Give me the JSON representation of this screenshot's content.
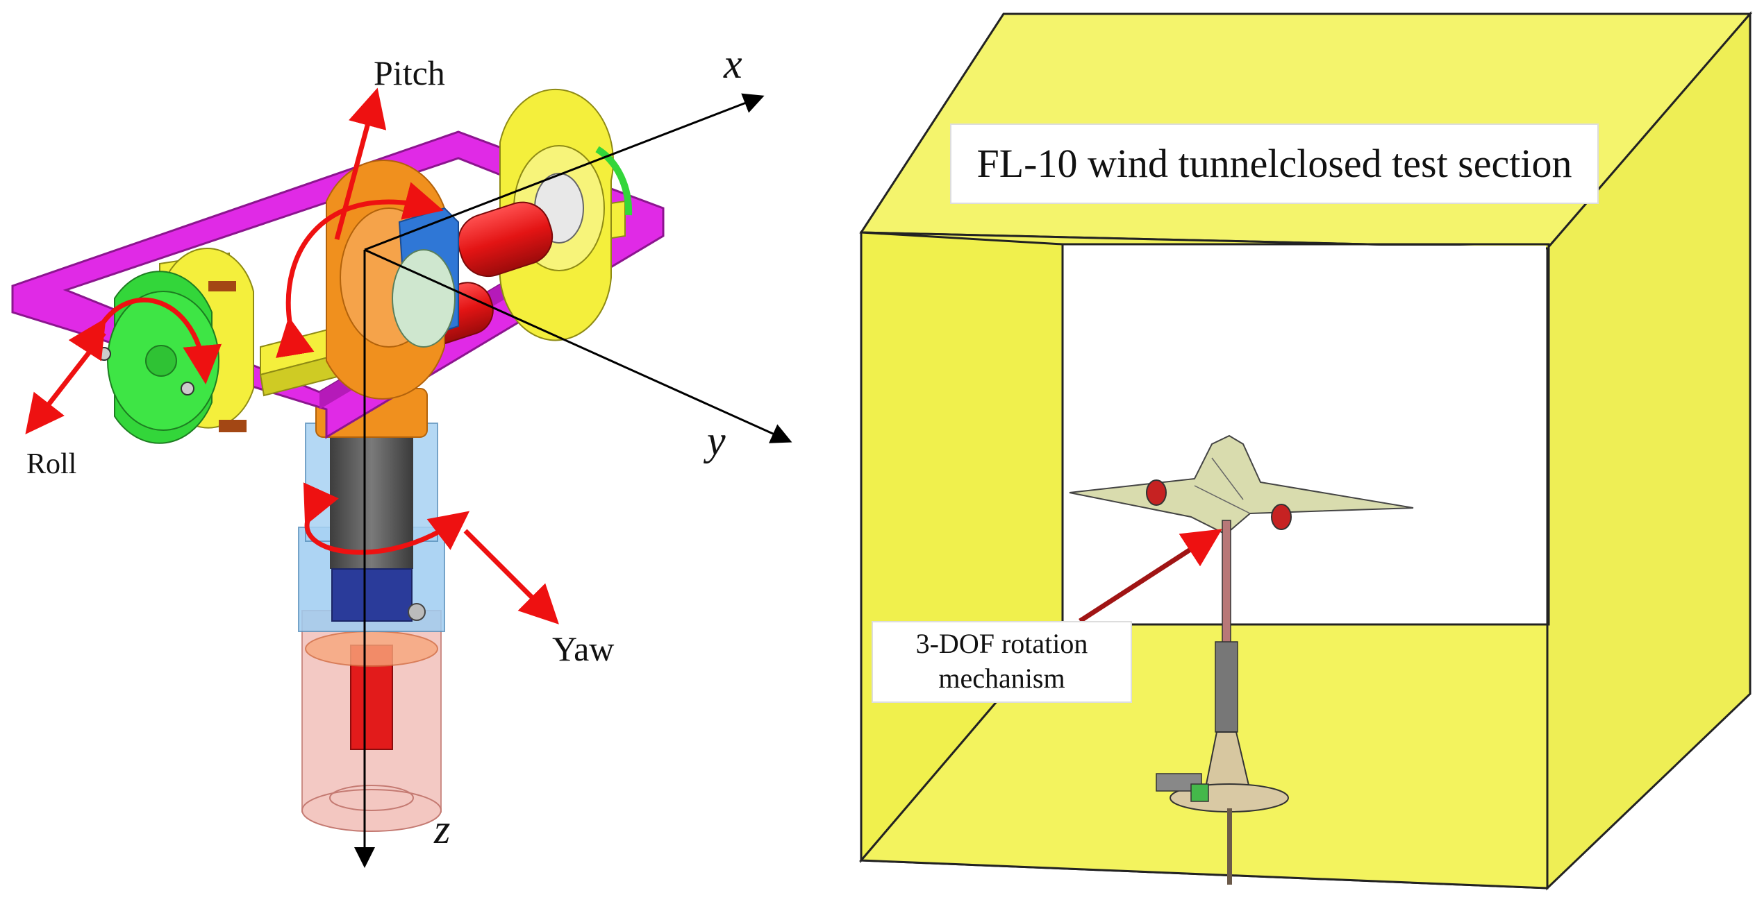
{
  "left_panel": {
    "rotations": {
      "pitch": "Pitch",
      "roll": "Roll",
      "yaw": "Yaw"
    },
    "axes": {
      "x": "x",
      "y": "y",
      "z": "z"
    }
  },
  "right_panel": {
    "title": "FL-10 wind tunnelclosed test section",
    "mechanism_label_line1": "3-DOF rotation",
    "mechanism_label_line2": "mechanism"
  },
  "colors": {
    "frame_magenta": "#e02ae6",
    "part_yellow": "#f4ef3c",
    "disc_green": "#33d63a",
    "cylinder_red": "#e51919",
    "ring_orange": "#f08a1a",
    "column_blue": "#8ec2ec",
    "base_pink": "#f2b7b0",
    "arrow_red": "#ee1111",
    "tunnel_yellow": "#f2f25a",
    "tunnel_edge": "#222222"
  },
  "icons": {
    "pitch_arrow": "curved-double-arrow",
    "axis_arrow": "straight-arrow"
  }
}
